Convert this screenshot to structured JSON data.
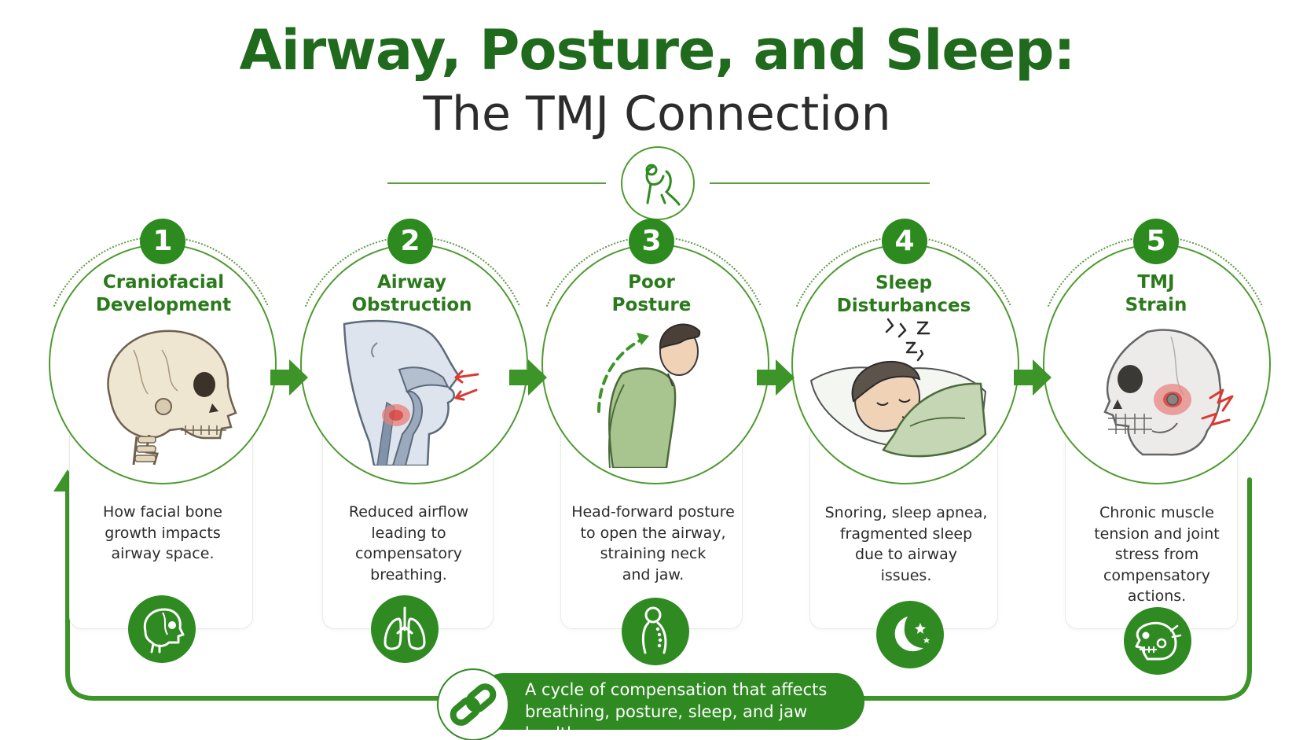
{
  "title": "Airway, Posture, and Sleep:",
  "subtitle": "The TMJ Connection",
  "steps": [
    {
      "number": "1",
      "title_line1": "Craniofacial",
      "title_line2": "Development",
      "desc": [
        "How facial bone",
        "growth impacts",
        "airway space."
      ],
      "icon": "skull-profile-icon"
    },
    {
      "number": "2",
      "title_line1": "Airway",
      "title_line2": "Obstruction",
      "desc": [
        "Reduced airflow",
        "leading to",
        "compensatory",
        "breathing."
      ],
      "icon": "lungs-icon"
    },
    {
      "number": "3",
      "title_line1": "Poor",
      "title_line2": "Posture",
      "desc": [
        "Head-forward posture",
        "to open the airway,",
        "straining neck",
        "and jaw."
      ],
      "icon": "spine-posture-icon"
    },
    {
      "number": "4",
      "title_line1": "Sleep",
      "title_line2": "Disturbances",
      "desc": [
        "Snoring, sleep apnea,",
        "fragmented sleep",
        "due to airway",
        "issues."
      ],
      "icon": "moon-stars-icon"
    },
    {
      "number": "5",
      "title_line1": "TMJ",
      "title_line2": "Strain",
      "desc": [
        "Chronic muscle",
        "tension and joint",
        "stress from",
        "compensatory",
        "actions."
      ],
      "icon": "jaw-joint-icon"
    }
  ],
  "footer": {
    "line1": "A cycle of compensation that affects",
    "line2": "breathing, posture, sleep, and jaw health."
  },
  "colors": {
    "primary_green": "#2f8a22",
    "dark_green": "#1f6a1c",
    "title_green": "#2a7a1c",
    "accent_red": "#d83a34"
  }
}
